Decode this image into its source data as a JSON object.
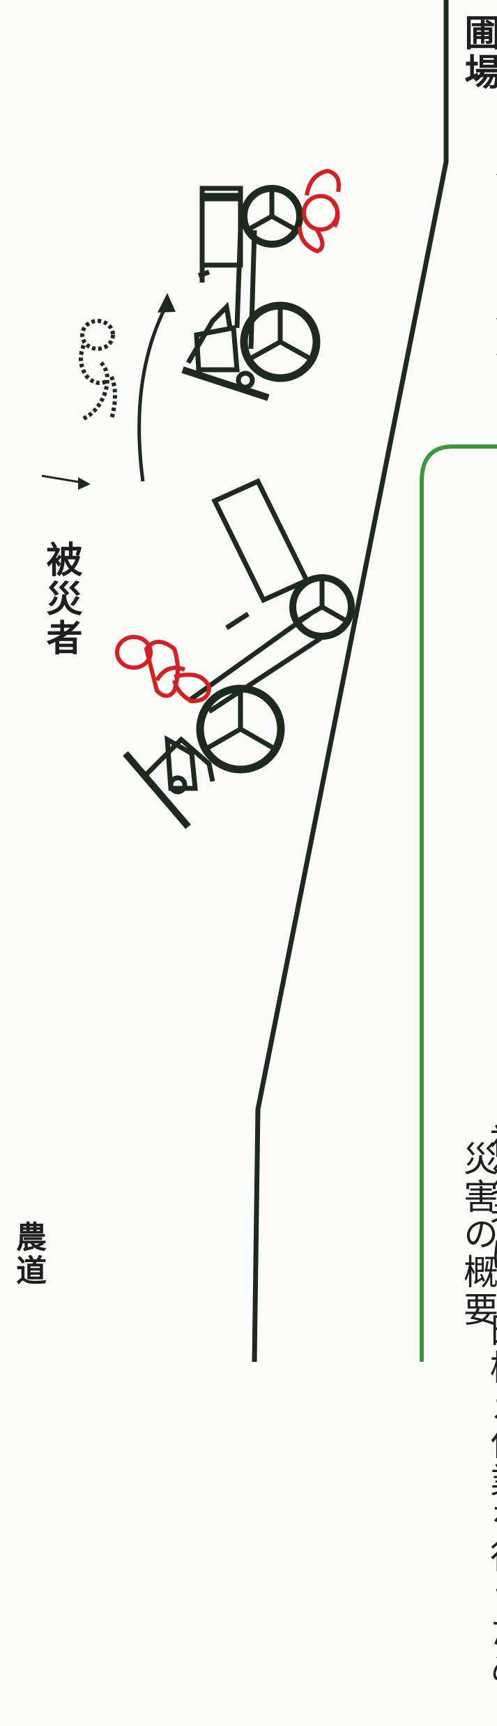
{
  "labels": {
    "farm_road": "農道",
    "field": "圃場",
    "victim": "被災者"
  },
  "overview": {
    "heading": "災害の概要",
    "text_line": "被災者は、田植え作業を行うため、",
    "desc_fragment": "籾苗を積んだ田植機で"
  },
  "colors": {
    "line": "#1f2a1f",
    "person": "#d42020",
    "frame": "#3a9a3a",
    "background": "#fbfbfa"
  }
}
